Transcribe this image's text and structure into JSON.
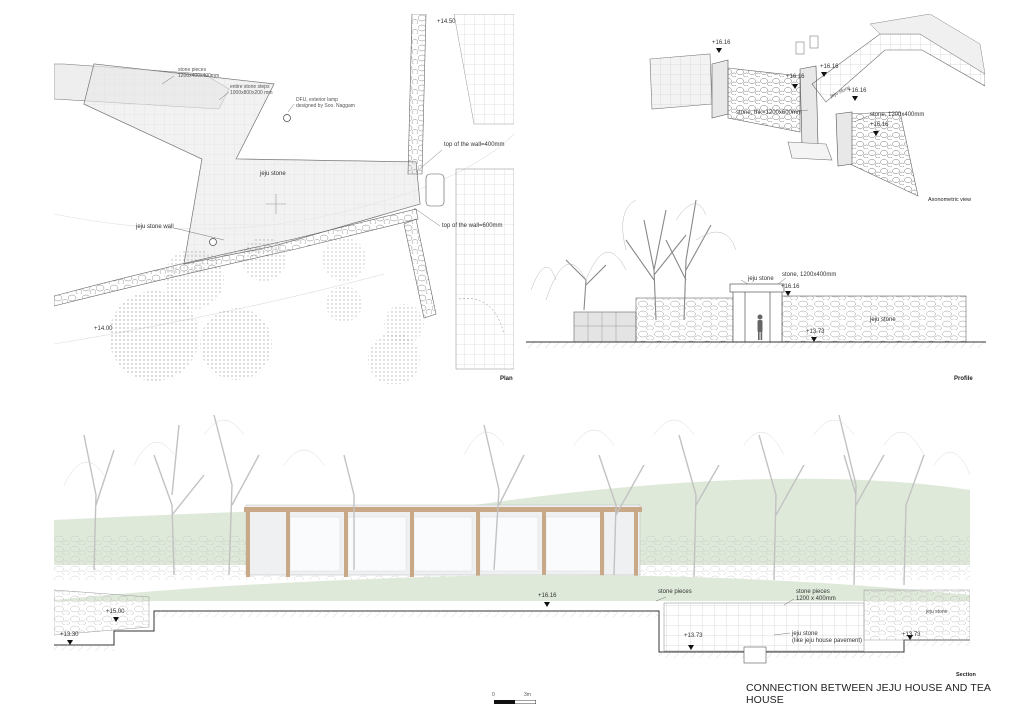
{
  "sheet": {
    "title": "CONNECTION BETWEEN JEJU HOUSE AND TEA HOUSE",
    "section_label": "Section",
    "scale": {
      "start": "0",
      "end": "3m"
    }
  },
  "plan": {
    "title": "Plan",
    "labels": {
      "stone_pieces": "stone pieces",
      "stone_pieces_size": "1200x400x400mm",
      "stone_steps": "entire stone steps",
      "stone_steps_size": "1000x800x200 mm",
      "lamp_1": "DFU, exterior lamp",
      "lamp_2": "designed by Soo. Naggam",
      "jeju_stone": "jeju stone",
      "jeju_stone_wall": "jeju stone wall",
      "wall_top_400": "top of the wall=400mm",
      "wall_top_600": "top of the wall=600mm",
      "level_1450": "+14.50",
      "level_1400": "+14.00"
    }
  },
  "axon": {
    "title": "Axonometric view",
    "labels": {
      "lvl_a": "+16.16",
      "lvl_b": "+16.16",
      "lvl_c": "+16.16",
      "lvl_d": "+16.16",
      "lvl_e": "+16.16",
      "stone_thk": "stone, thk=1200x600mm",
      "stone_size": "stone, 1200x400mm",
      "jeju_stone": "jeju stone"
    }
  },
  "profile": {
    "title": "Profile",
    "labels": {
      "jeju_stone_top": "jeju stone",
      "stone_size": "stone, 1200x400mm",
      "lvl_1616": "+16.16",
      "lvl_1373": "+13.73",
      "jeju_stone": "jeju stone"
    }
  },
  "section": {
    "labels": {
      "lvl_1500": "+15.00",
      "lvl_1330": "+13.30",
      "lvl_1616": "+16.16",
      "stone_pieces": "stone pieces",
      "stone_pieces_2": "stone pieces",
      "stone_pieces_size": "1200 x 400mm",
      "lvl_1373a": "+13.73",
      "lvl_1373b": "+13.73",
      "jeju_stone_pave": "jeju stone",
      "jeju_stone_pave_note": "(like jeju house pavement)",
      "jeju_stone_right": "jeju stone"
    }
  }
}
